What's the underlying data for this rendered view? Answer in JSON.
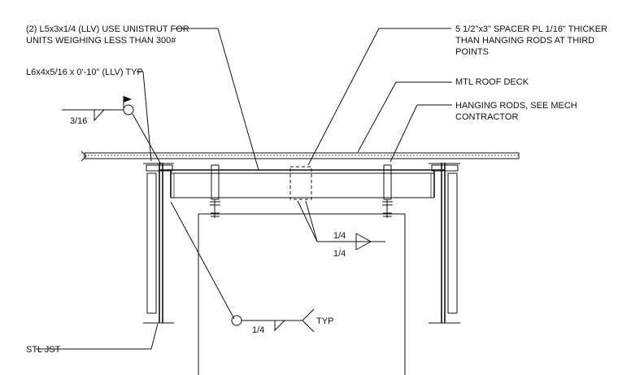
{
  "notes": {
    "unistrut_line1": "(2) L5x3x1/4 (LLV) USE UNISTRUT FOR",
    "unistrut_line2": "UNITS WEIGHING LESS THAN 300#",
    "angle": "L6x4x5/16 x 0'-10\" (LLV) TYP",
    "spacer_line1": "5 1/2\"x3\" SPACER PL 1/16\" THICKER",
    "spacer_line2": "THAN HANGING RODS AT THIRD",
    "spacer_line3": "POINTS",
    "deck": "MTL ROOF DECK",
    "rods_line1": "HANGING RODS, SEE MECH",
    "rods_line2": "CONTRACTOR",
    "joist": "STL JST"
  },
  "welds": {
    "field_weld_size": "3/16",
    "spacer_weld_top": "1/4",
    "spacer_weld_bottom": "1/4",
    "typ_weld_size": "1/4",
    "typ_tail": "TYP"
  },
  "colors": {
    "ink": "#111111",
    "background": "#ffffff"
  }
}
